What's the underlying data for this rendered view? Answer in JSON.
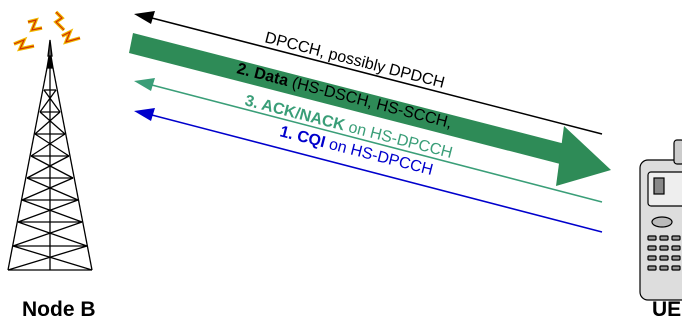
{
  "nodes": {
    "node_b": "Node B",
    "ue": "UE"
  },
  "signals": {
    "dpcch": {
      "text": "DPCCH, possibly DPDCH",
      "color": "#000000"
    },
    "data": {
      "step": "2. Data",
      "rest": " (HS-DSCH, HS-SCCH,",
      "color": "#2e8b57"
    },
    "ack": {
      "step": "3. ACK/NACK",
      "rest": " on HS-DPCCH",
      "color": "#3a9e78"
    },
    "cqi": {
      "step": "1. CQI",
      "rest": " on HS-DPCCH",
      "color": "#0000cc"
    }
  },
  "icons": {
    "tower": "antenna-tower-icon",
    "signal": "lightning-signal-icon",
    "phone": "mobile-phone-icon"
  }
}
